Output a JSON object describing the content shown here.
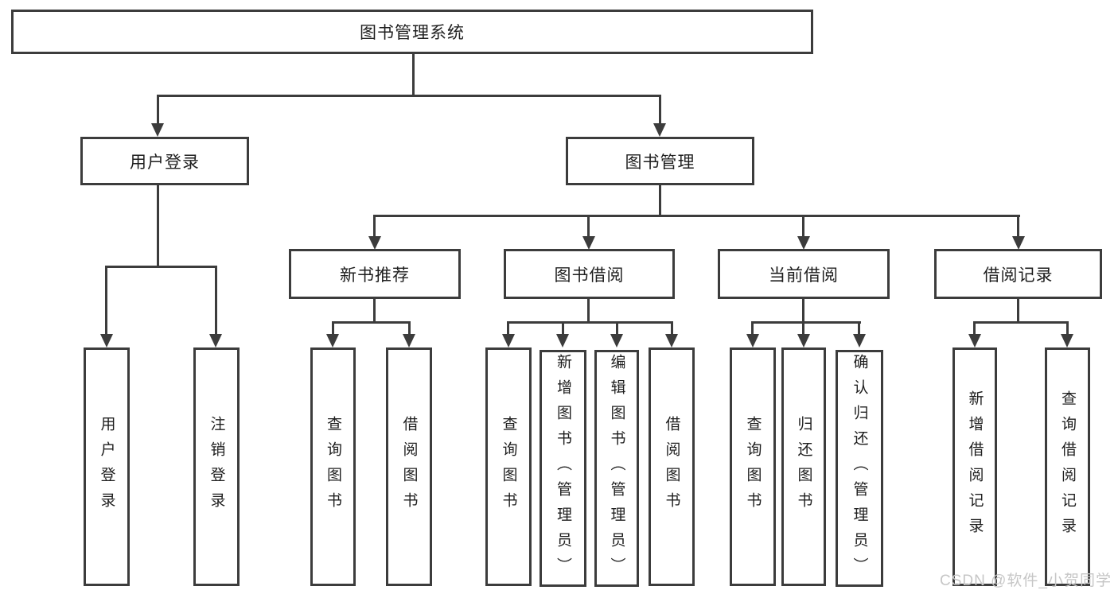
{
  "diagram_type": "hierarchy-diagram",
  "colors": {
    "line": "#3c3c3c",
    "box_border": "#3c3c3c",
    "text": "#1e1e1e",
    "background": "#ffffff",
    "watermark": "#c6c6c6"
  },
  "tree": {
    "label": "图书管理系统",
    "children": [
      {
        "label": "用户登录",
        "children": [
          {
            "label": "用户登录"
          },
          {
            "label": "注销登录"
          }
        ]
      },
      {
        "label": "图书管理",
        "children": [
          {
            "label": "新书推荐",
            "children": [
              {
                "label": "查询图书"
              },
              {
                "label": "借阅图书"
              }
            ]
          },
          {
            "label": "图书借阅",
            "children": [
              {
                "label": "查询图书"
              },
              {
                "label": "新增图书（管理员）"
              },
              {
                "label": "编辑图书（管理员）"
              },
              {
                "label": "借阅图书"
              }
            ]
          },
          {
            "label": "当前借阅",
            "children": [
              {
                "label": "查询图书"
              },
              {
                "label": "归还图书"
              },
              {
                "label": "确认归还（管理员）"
              }
            ]
          },
          {
            "label": "借阅记录",
            "children": [
              {
                "label": "新增借阅记录"
              },
              {
                "label": "查询借阅记录"
              }
            ]
          }
        ]
      }
    ]
  },
  "watermark": {
    "text": "CSDN @软件_小贺同学"
  }
}
